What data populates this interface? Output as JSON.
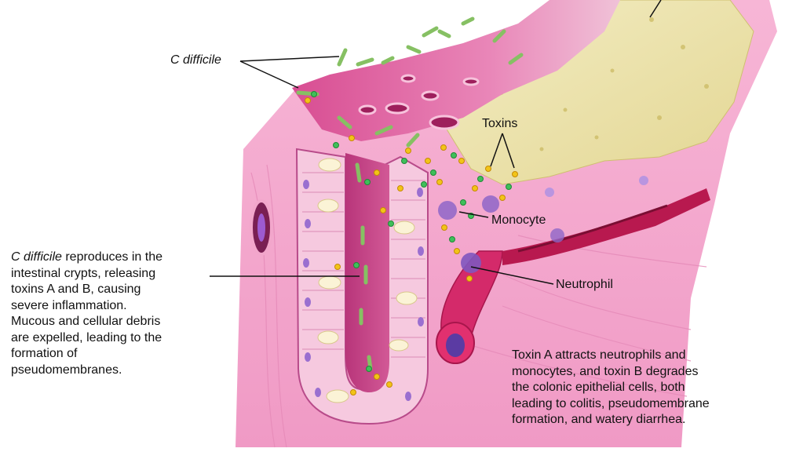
{
  "labels": {
    "c_difficile": "C difficile",
    "toxins": "Toxins",
    "monocyte": "Monocyte",
    "neutrophil": "Neutrophil"
  },
  "left_paragraph": {
    "italic_lead": "C difficile",
    "lines": [
      " reproduces in the",
      "intestinal crypts, releasing",
      "toxins A and B, causing",
      "severe inflammation.",
      "Mucous and cellular debris",
      "are expelled, leading to the",
      "formation of",
      "pseudomembranes."
    ]
  },
  "right_paragraph": {
    "lines": [
      "Toxin A attracts neutrophils and",
      "monocytes, and toxin B degrades",
      "the colonic epithelial cells, both",
      "leading to colitis, pseudomembrane",
      "formation, and watery diarrhea."
    ]
  },
  "colors": {
    "tissue_pink": "#f4a9cf",
    "mucosa_magenta": "#e0559a",
    "pseudomembrane_yellow": "#ece0a8",
    "bacteria_green": "#8cc56a",
    "toxin_yellow": "#f2c418",
    "toxin_green": "#3fbf5a",
    "vessel_red": "#c8245e",
    "cell_purple": "#8c64c4"
  }
}
